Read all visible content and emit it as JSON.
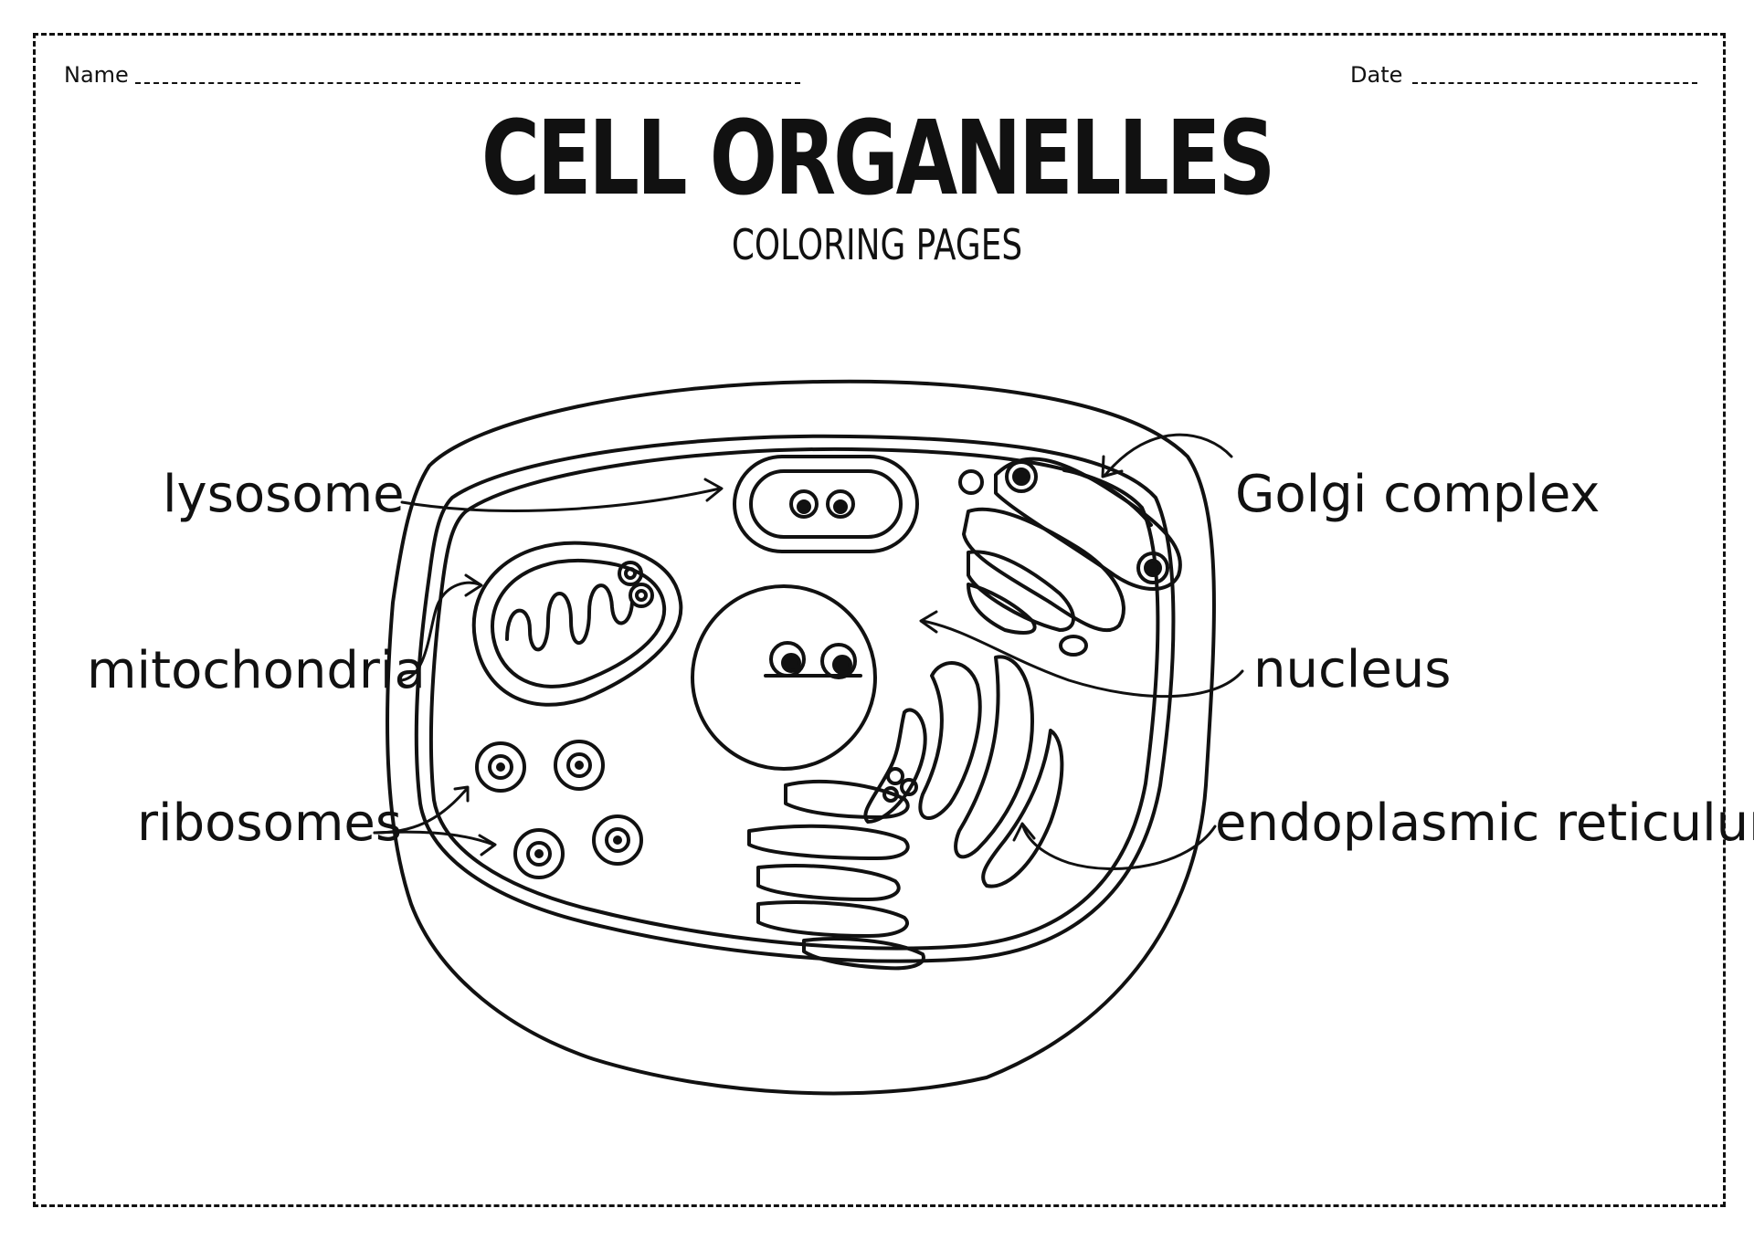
{
  "header": {
    "name_label": "Name",
    "date_label": "Date"
  },
  "title": "CELL ORGANELLES",
  "subtitle": "COLORING PAGES",
  "labels": {
    "lysosome": "lysosome",
    "mitochondria": "mitochondria",
    "ribosomes": "ribosomes",
    "golgi": "Golgi complex",
    "nucleus": "nucleus",
    "er": "endoplasmic reticulum"
  }
}
